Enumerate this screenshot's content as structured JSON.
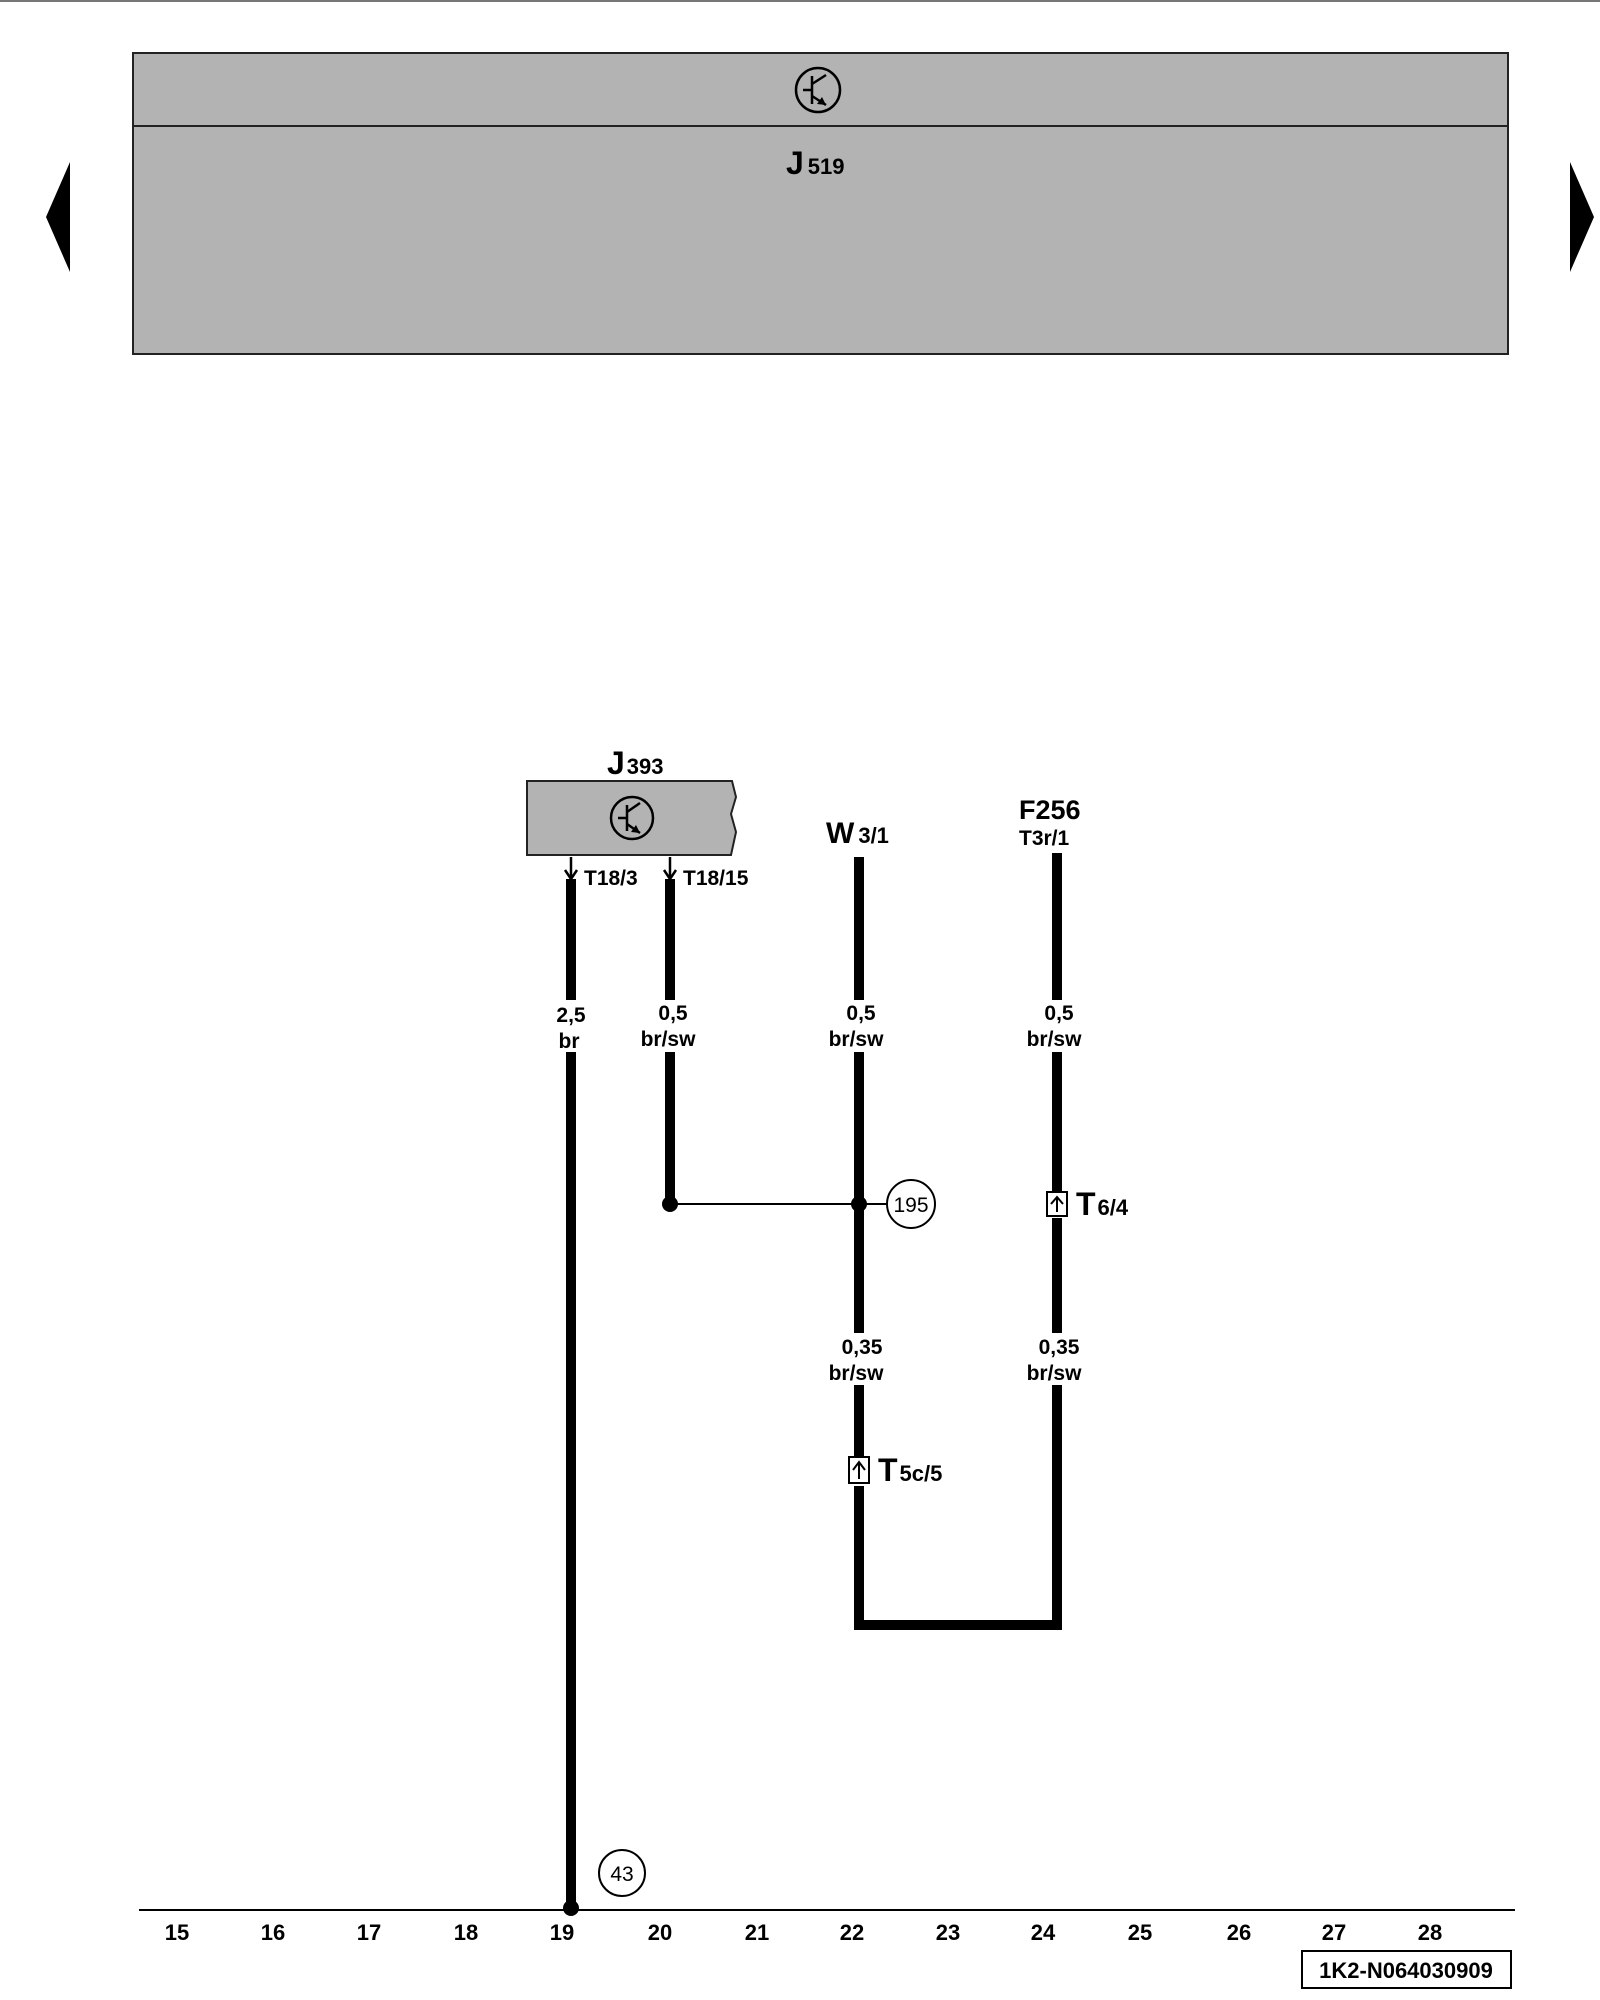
{
  "top_module": {
    "icon": "transistor-symbol-icon",
    "label_main": "J",
    "label_sub": "519"
  },
  "nav": {
    "prev_icon": "triangle-left-icon",
    "next_icon": "triangle-right-icon"
  },
  "j393": {
    "label_main": "J",
    "label_sub": "393",
    "icon": "transistor-symbol-icon",
    "pin_a": "T18/3",
    "pin_b": "T18/15"
  },
  "w3": {
    "label_main": "W",
    "label_sub": "3/1"
  },
  "f256": {
    "label_main": "F256",
    "label_pin": "T3r/1"
  },
  "wires": {
    "w1_size": "2,5",
    "w1_color": "br",
    "w2_size": "0,5",
    "w2_color": "br/sw",
    "w3_size": "0,5",
    "w3_color": "br/sw",
    "w4_size": "0,5",
    "w4_color": "br/sw",
    "w5_size": "0,35",
    "w5_color": "br/sw",
    "w6_size": "0,35",
    "w6_color": "br/sw"
  },
  "connectors": {
    "t64_main": "T",
    "t64_sub": "6/4",
    "t5c5_main": "T",
    "t5c5_sub": "5c/5"
  },
  "refs": {
    "ref_195": "195",
    "ref_43": "43"
  },
  "grid_numbers": [
    "15",
    "16",
    "17",
    "18",
    "19",
    "20",
    "21",
    "22",
    "23",
    "24",
    "25",
    "26",
    "27",
    "28"
  ],
  "document_id": "1K2-N064030909"
}
